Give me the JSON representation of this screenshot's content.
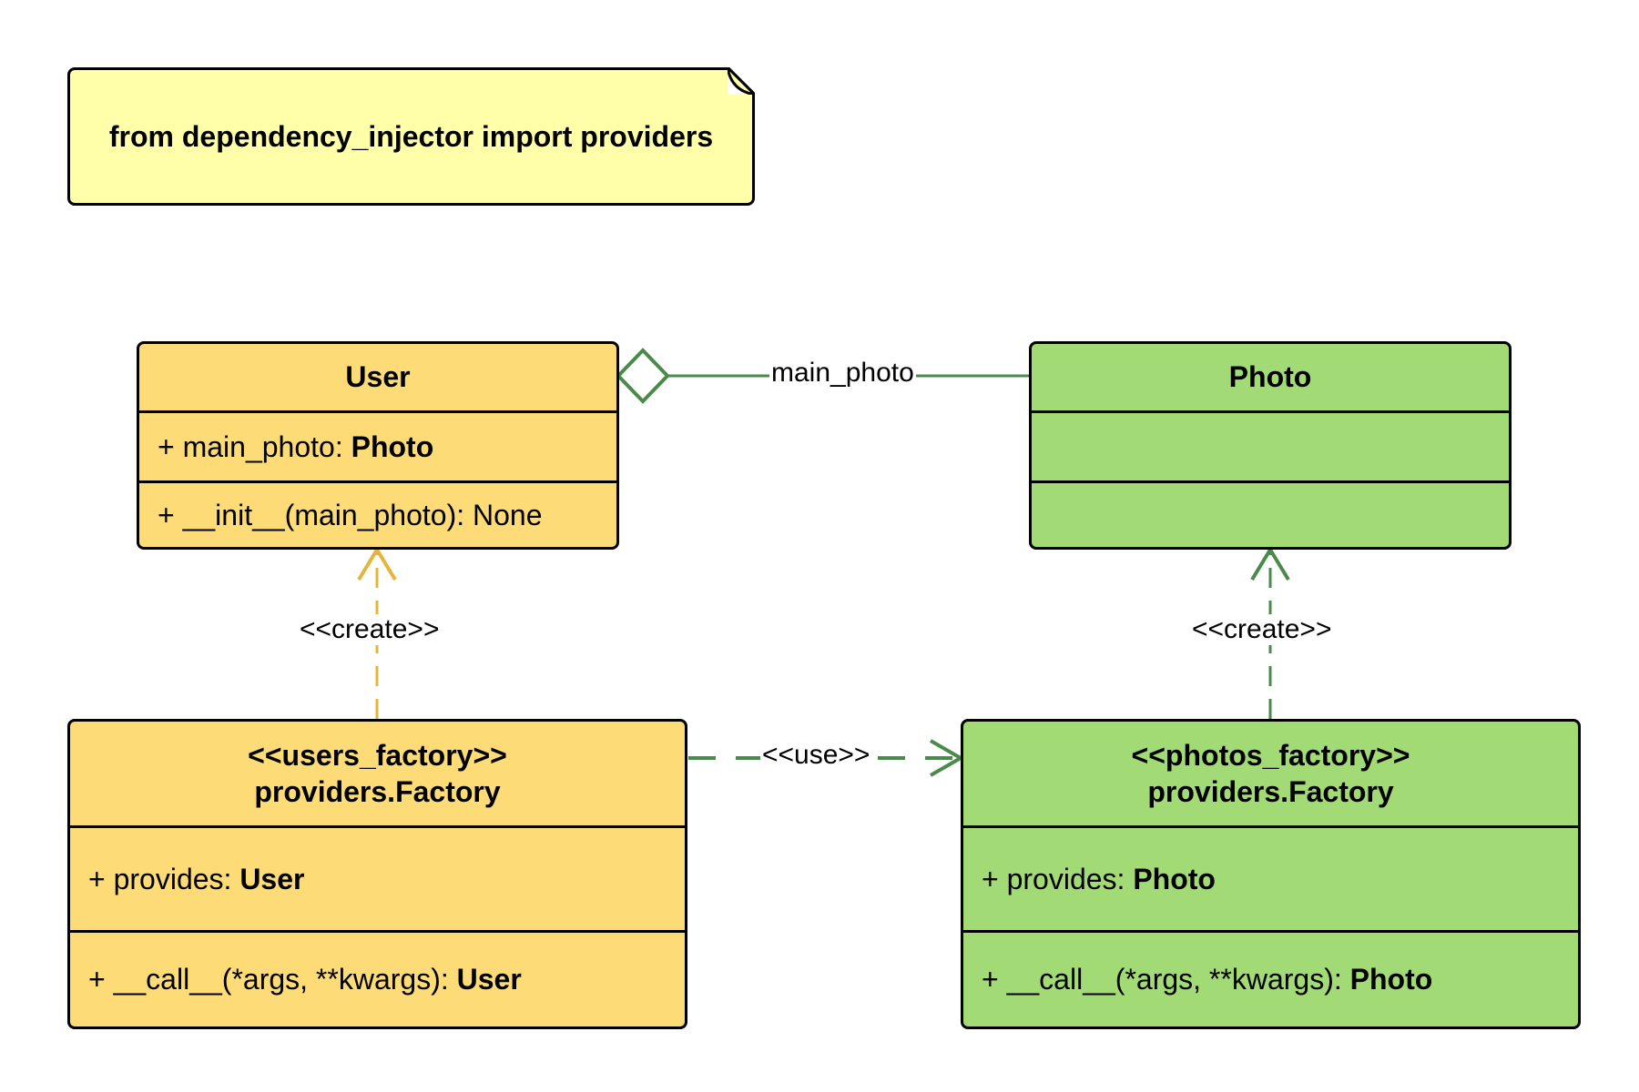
{
  "note": {
    "text": "from dependency_injector import providers"
  },
  "classes": {
    "user": {
      "name": "User",
      "attribute": {
        "prefix": "+ main_photo: ",
        "type": "Photo"
      },
      "method": {
        "text": "+ __init__(main_photo): None"
      }
    },
    "photo": {
      "name": "Photo"
    },
    "users_factory": {
      "stereotype": "<<users_factory>>",
      "name": "providers.Factory",
      "attribute": {
        "prefix": "+ provides: ",
        "type": "User"
      },
      "method": {
        "prefix": "+ __call__(*args, **kwargs): ",
        "type": "User"
      }
    },
    "photos_factory": {
      "stereotype": "<<photos_factory>>",
      "name": "providers.Factory",
      "attribute": {
        "prefix": "+ provides: ",
        "type": "Photo"
      },
      "method": {
        "prefix": "+ __call__(*args, **kwargs): ",
        "type": "Photo"
      }
    }
  },
  "relations": {
    "aggregation_label": "main_photo",
    "create_left_label": "<<create>>",
    "create_right_label": "<<create>>",
    "use_label": "<<use>>"
  },
  "colors": {
    "yellow_fill": "#fddc78",
    "green_fill": "#a2da76",
    "note_fill": "#ffffaa",
    "yellow_line": "#e5b43a",
    "green_line": "#4a8a4a"
  }
}
